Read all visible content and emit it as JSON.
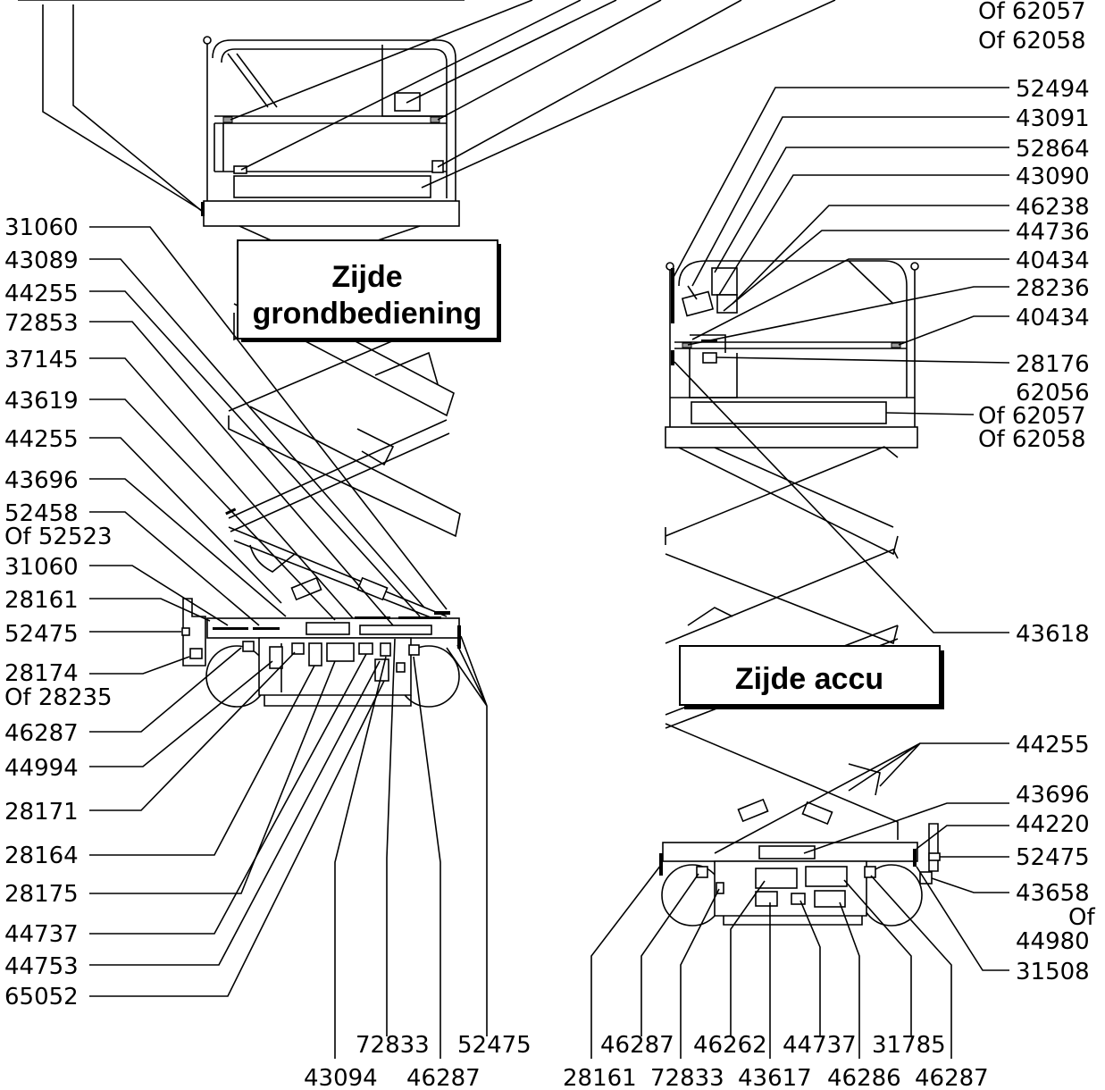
{
  "titles": {
    "ground_side": [
      "Zijde",
      "grondbediening"
    ],
    "battery_side": "Zijde accu"
  },
  "left_labels": [
    "31060",
    "43089",
    "44255",
    "72853",
    "37145",
    "43619",
    "44255",
    "43696",
    "52458",
    "Of 52523",
    "31060",
    "28161",
    "52475",
    "28174",
    "Of 28235",
    "46287",
    "44994",
    "28171",
    "28164",
    "28175",
    "44737",
    "44753",
    "65052"
  ],
  "left_bottom_labels": [
    "72833",
    "52475",
    "43094",
    "46287"
  ],
  "right_top_labels": [
    "Of 62057",
    "Of 62058",
    "52494",
    "43091",
    "52864",
    "43090",
    "46238",
    "44736",
    "40434",
    "28236",
    "40434",
    "28176",
    "62056",
    "Of 62057",
    "Of 62058",
    "43618"
  ],
  "right_base_labels": [
    "44255",
    "43696",
    "44220",
    "52475",
    "43658",
    "Of",
    "44980",
    "31508"
  ],
  "right_bottom_labels": [
    "46287",
    "46262",
    "44737",
    "31785",
    "28161",
    "72833",
    "43617",
    "46286",
    "46287"
  ]
}
